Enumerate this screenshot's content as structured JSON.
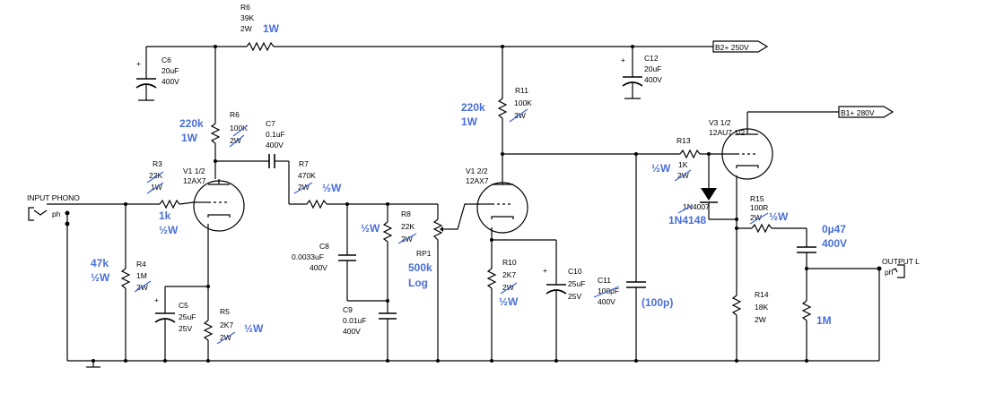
{
  "rails": {
    "b2": "B2+ 250V",
    "b1": "B1+ 280V"
  },
  "ports": {
    "input": "INPUT PHONO",
    "input_jack": "ph",
    "output": "OUTPUT L",
    "output_jack": "ph"
  },
  "components": {
    "r6_top": {
      "ref": "R6",
      "value": "39K",
      "rating": "2W"
    },
    "c6": {
      "ref": "C6",
      "value": "20uF",
      "rating": "400V"
    },
    "c12": {
      "ref": "C12",
      "value": "20uF",
      "rating": "400V"
    },
    "r6": {
      "ref": "R6",
      "value": "100K",
      "rating": "2W"
    },
    "c7": {
      "ref": "C7",
      "value": "0.1uF",
      "rating": "400V"
    },
    "r3": {
      "ref": "R3",
      "value": "22K",
      "rating": "1W"
    },
    "v1a": {
      "ref": "V1 1/2",
      "type": "12AX7"
    },
    "r7": {
      "ref": "R7",
      "value": "470K",
      "rating": "2W"
    },
    "r4": {
      "ref": "R4",
      "value": "1M",
      "rating": "2W"
    },
    "c5": {
      "ref": "C5",
      "value": "25uF",
      "rating": "25V"
    },
    "r5": {
      "ref": "R5",
      "value": "2K7",
      "rating": "2W"
    },
    "c8": {
      "ref": "C8",
      "value": "0.0033uF",
      "rating": "400V"
    },
    "c9": {
      "ref": "C9",
      "value": "0.01uF",
      "rating": "400V"
    },
    "r8": {
      "ref": "R8",
      "value": "22K",
      "rating": "2W"
    },
    "rp1": {
      "ref": "RP1"
    },
    "r11": {
      "ref": "R11",
      "value": "100K",
      "rating": "2W"
    },
    "v1b": {
      "ref": "V1 2/2",
      "type": "12AX7"
    },
    "r10": {
      "ref": "R10",
      "value": "2K7",
      "rating": "2W"
    },
    "c10": {
      "ref": "C10",
      "value": "25uF",
      "rating": "25V"
    },
    "c11": {
      "ref": "C11",
      "value": "100pF",
      "rating": "400V"
    },
    "r13": {
      "ref": "R13",
      "value": "1K",
      "rating": "2W"
    },
    "v3": {
      "ref": "V3 1/2",
      "type": "12AU7 1/2"
    },
    "d1": {
      "ref": "1N4007"
    },
    "r15": {
      "ref": "R15",
      "value": "100R",
      "rating": "2W"
    },
    "r14": {
      "ref": "R14",
      "value": "18K",
      "rating": "2W"
    }
  },
  "annotations": {
    "r6_top_w": "1W",
    "r6_220k": "220k",
    "r6_1w": "1W",
    "r3_1k": "1k",
    "r3_half": "½W",
    "r4_47k": "47k",
    "r4_half": "½W",
    "r5_half": "½W",
    "r7_half": "½W",
    "r8_half": "½W",
    "rp1_500k": "500k",
    "rp1_log": "Log",
    "r11_220k": "220k",
    "r11_1w": "1W",
    "r10_half": "½W",
    "c11_100p": "(100p)",
    "r13_half": "½W",
    "d1_1n4148": "1N4148",
    "r15_half": "½W",
    "cout_047": "0µ47",
    "cout_400v": "400V",
    "out_1m": "1M"
  }
}
